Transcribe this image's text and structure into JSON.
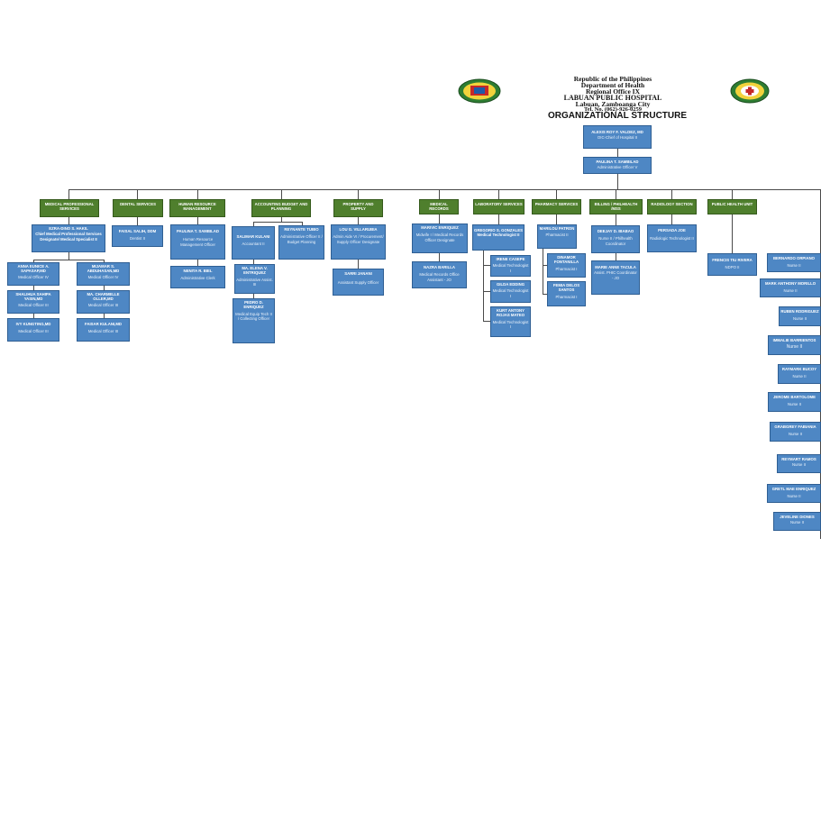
{
  "header": {
    "lines": [
      "Republic of the Philippines",
      "Department of Health",
      "Regional  Office IX",
      "LABUAN PUBLIC HOSPITAL",
      "Labuan, Zamboanga City",
      "Tel. No. (062)-926-0259"
    ],
    "title": "ORGANIZATIONAL STRUCTURE"
  },
  "logos": {
    "left": "hospital-seal",
    "right": "doh-seal",
    "colors": {
      "green": "#2e7d32",
      "yellow": "#f2d23c",
      "red": "#c62828",
      "blue": "#1e5aa8"
    }
  },
  "colors": {
    "box_blue": "#4e87c4",
    "box_green": "#4f7f2d",
    "connector": "#4a4a4a"
  },
  "top": {
    "chief": {
      "name": "ALEXIS ROY F. VALDEZ, MD",
      "position": "OIC-Chief of Hospital II"
    },
    "admin": {
      "name": "PAULINA T. SAMBILAD",
      "position": "Administrative Officer V"
    }
  },
  "departments": {
    "medical": "MEDICAL PROFESSIONAL SERVICES",
    "dental": "DENTAL SERVICES",
    "hr": "HUMAN RESOURCE MANAGEMENT",
    "accounting": "ACCOUNTING BUDGET AND PLANNING",
    "property": "PROPERTY AND SUPPLY",
    "records": "MEDICAL RECORDS",
    "lab": "LABORATORY SERVICES",
    "pharmacy": "PHARMACY SERVICES",
    "billing": "BILLING / PHILHEALTH /MSS",
    "radiology": "RADIOLOGY SECTION",
    "publichealth": "PUBLIC HEALTH UNIT"
  },
  "people": {
    "medical_head": {
      "name": "EZRA-DINO S. HAKIL",
      "position": "Chief Medical Professional Services Designate/ Medical Specialist II"
    },
    "anna": {
      "name": "ANNA EUNICE A. SAPASAP,MD",
      "position": "Medical Officer IV"
    },
    "mijamar": {
      "name": "MIJAMAR S. ABDUHASAN,MD",
      "position": "Medical Officer IV"
    },
    "shalihua": {
      "name": "SHALIHUA SAHIPA YASIN,MD",
      "position": "Medical Officer III"
    },
    "charmelle": {
      "name": "MA. CHARMELLE OLLER,MD",
      "position": "Medical Officer III"
    },
    "ify": {
      "name": "IVY KUNGTING,MD",
      "position": "Medical Officer III"
    },
    "faisar": {
      "name": "FAISAR KULANI,MD",
      "position": "Medical Officer III"
    },
    "faisal": {
      "name": "FAISAL SALIH, DDM",
      "position": "Dentist II"
    },
    "paulina_hr": {
      "name": "PAULINA T. SAMBILAD",
      "position": "Human Resource Management Officer"
    },
    "nenita": {
      "name": "NENITA R. BIEL",
      "position": "Administrative Clerk"
    },
    "salimar": {
      "name": "SALIMAR KULANI",
      "position": "Accountant II"
    },
    "reynante": {
      "name": "REYNANTE TUBIO",
      "position": "Administrative Officer II / Budget Planning"
    },
    "elena": {
      "name": "MA. ELENA V. ENTRIQUEZ",
      "position": "Administrative Assist. III"
    },
    "pedro": {
      "name": "PEDRO D. ENRIQUEZ",
      "position": "Medical Equip Tech II / Collecting Officer"
    },
    "lou": {
      "name": "LOU G. VILLARUBIA",
      "position": "Admin Aide VI / Procurement/ Supply Officer Designate"
    },
    "sarri": {
      "name": "SARRI JANANI",
      "position": "Assistant Supply Officer"
    },
    "marivic": {
      "name": "MARIVIC ENRIQUEZ",
      "position": "Midwife I / Medical Records Officer Designate"
    },
    "nazra": {
      "name": "NAZRA BARILLA",
      "position": "Medical Records Office Assistant - JO"
    },
    "gregorio": {
      "name": "GREGORIO S. GONZALES Medical Technologist II",
      "position": ""
    },
    "irene": {
      "name": "IRENE CASEPE",
      "position": "Medical Technologist I"
    },
    "gilda": {
      "name": "GILDA EDDING",
      "position": "Medical Technologist I"
    },
    "kurt": {
      "name": "KURT ANTONY ROJAS MATEO",
      "position": "Medical Technologist I"
    },
    "marilou": {
      "name": "MARILOU PATRON",
      "position": "Pharmacist II"
    },
    "dinamor": {
      "name": "DINAMOR FONTANILLA",
      "position": "Pharmacist I"
    },
    "femia": {
      "name": "FEMIA DELOS SANTOS",
      "position": "Pharmacist I"
    },
    "deejay": {
      "name": "DEEJAY D. IBABAO",
      "position": "Nurse II / Philhealth Coordinator"
    },
    "marie": {
      "name": "MARIE ANNE TACULA",
      "position": "Assist. PHIC Coordinator - JO"
    },
    "persada": {
      "name": "PERSADA JOE",
      "position": "Radiologic Technologist II"
    },
    "frencis": {
      "name": "FRENCIS TIU RIVERA",
      "position": "NDPO II"
    },
    "bernardo": {
      "name": "BERNARDO ORPIANO",
      "position": "Nurse II"
    },
    "mark": {
      "name": "MARK ANTHONY MORILLO",
      "position": "Nurse II"
    },
    "ruben": {
      "name": "RUBEN RODRIGUEZ",
      "position": "Nurse II"
    },
    "immalie": {
      "name": "IMMALIE BARRIENTOS",
      "position": "Nurse II"
    },
    "raymark": {
      "name": "RAYMARK BUCOY",
      "position": "Nurse II"
    },
    "jerome": {
      "name": "JEROME BARTOLOME",
      "position": "Nurse II"
    },
    "grabgrey": {
      "name": "GRABGREY FABIANIA",
      "position": "Nurse II"
    },
    "reymart": {
      "name": "REYMART RAMOS",
      "position": "Nurse II"
    },
    "gretl": {
      "name": "GRETL MAE ENRIQUEZ",
      "position": "Nurse II"
    },
    "jeveline": {
      "name": "JEVELINE DIONES",
      "position": "Nurse II"
    }
  }
}
